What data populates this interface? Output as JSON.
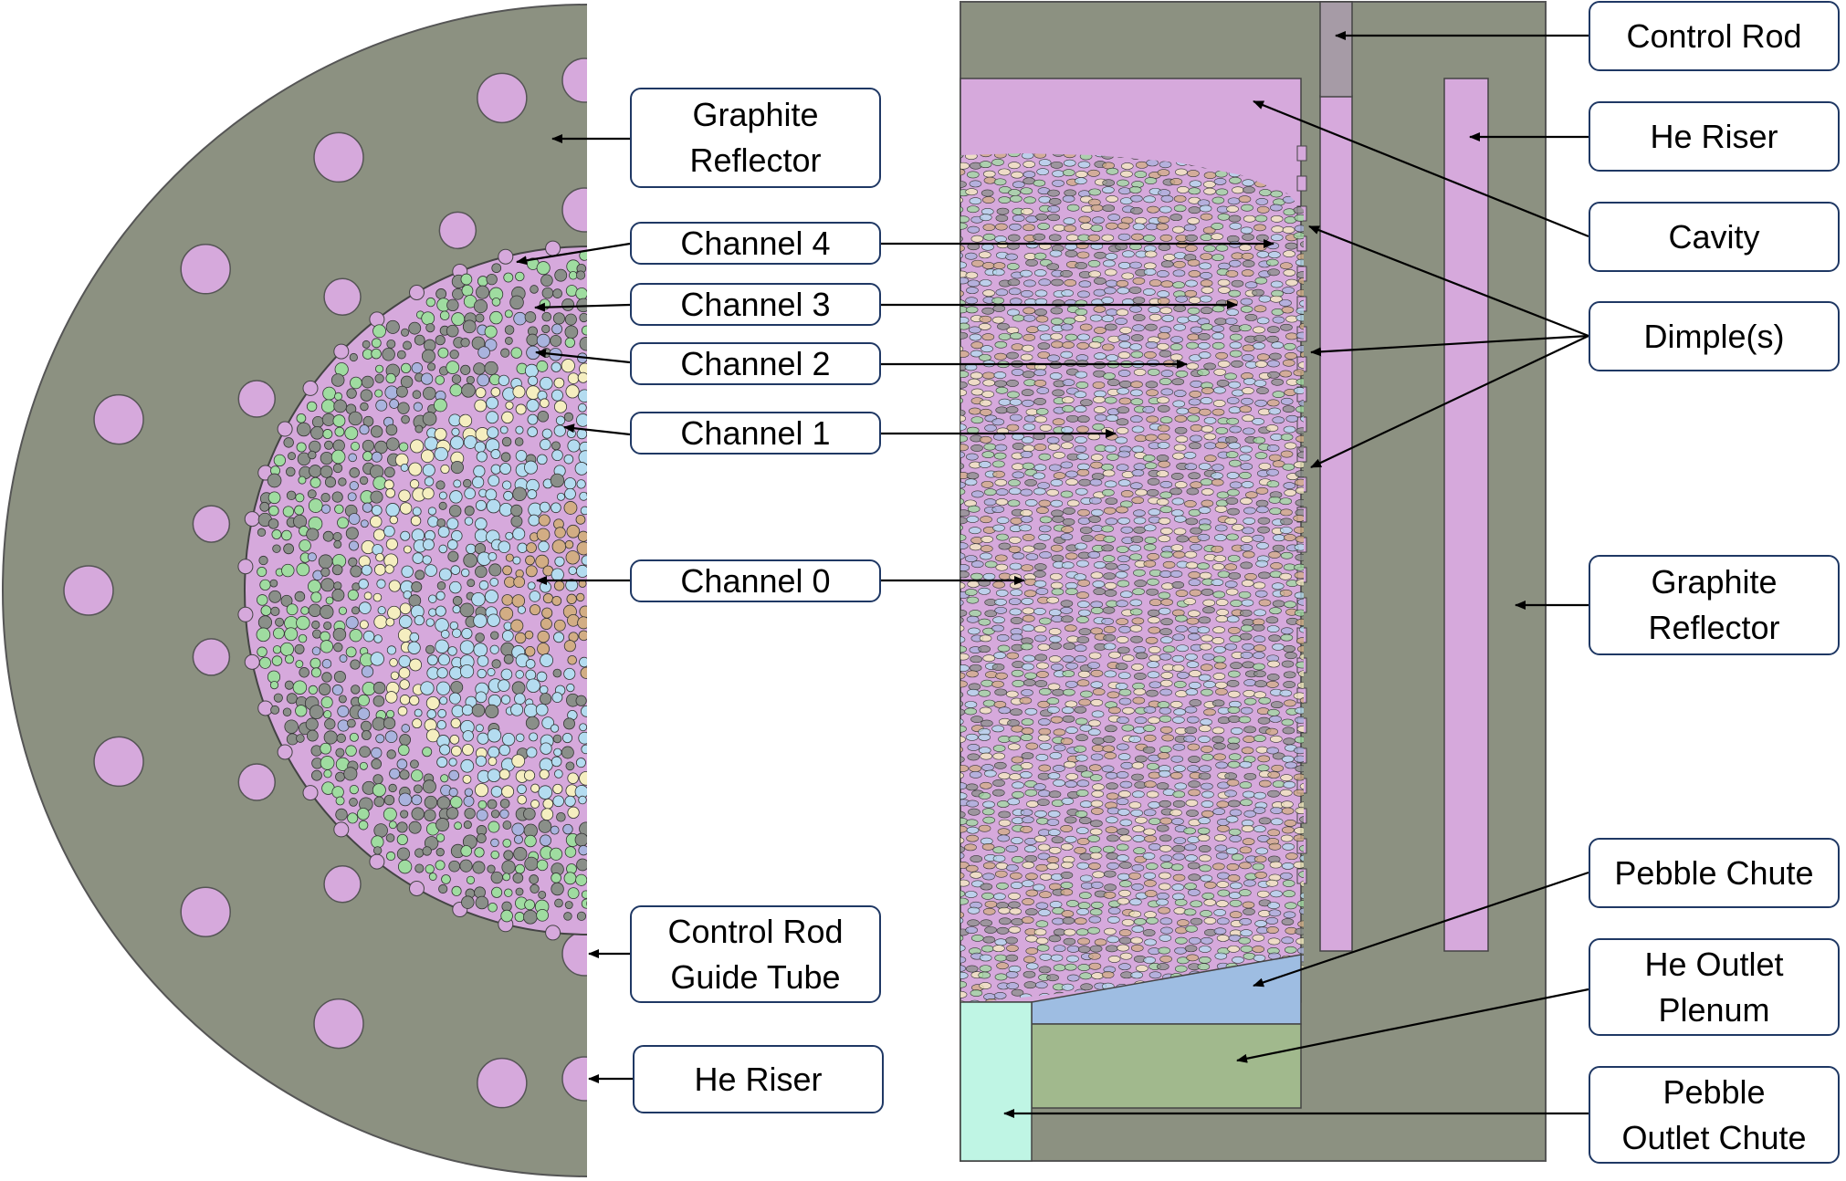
{
  "colors": {
    "graphite": "#8c9181",
    "cavity": "#d6a9dc",
    "outlet_plenum": "#9ebde2",
    "pebble_chute_region": "#a1b98d",
    "outlet_chute": "#bff5e4",
    "control_rod": "#a69ba6",
    "box_border": "#1f3864",
    "pebble_fills": [
      "#8a8f89",
      "#9fdca0",
      "#f5eec0",
      "#b4dcf0",
      "#d2ad84",
      "#a9b3de"
    ]
  },
  "labels": {
    "graphite_reflector_left": "Graphite\nReflector",
    "channel_4": "Channel 4",
    "channel_3": "Channel 3",
    "channel_2": "Channel 2",
    "channel_1": "Channel 1",
    "channel_0": "Channel 0",
    "control_rod_guide_tube": "Control Rod\nGuide Tube",
    "he_riser_left": "He Riser",
    "control_rod": "Control Rod",
    "he_riser_right": "He Riser",
    "cavity": "Cavity",
    "dimples": "Dimple(s)",
    "graphite_reflector_right": "Graphite\nReflector",
    "pebble_chute": "Pebble Chute",
    "he_outlet_plenum": "He Outlet\nPlenum",
    "pebble_outlet_chute": "Pebble\nOutlet Chute"
  }
}
